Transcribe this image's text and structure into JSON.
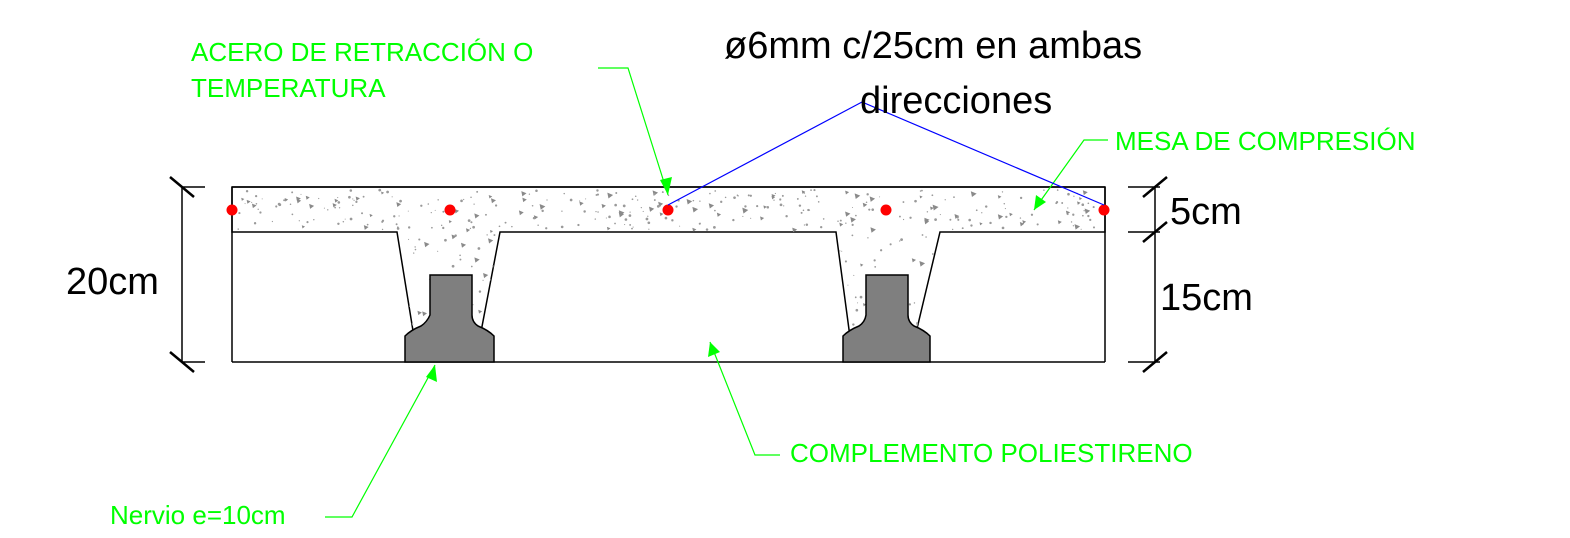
{
  "labels": {
    "steel_line1": "ACERO DE RETRACCIÓN O",
    "steel_line2": "TEMPERATURA",
    "rebar_spec_line1": "ø6mm c/25cm en ambas",
    "rebar_spec_line2": "direcciones",
    "compression_table": "MESA DE COMPRESIÓN",
    "filler": "COMPLEMENTO POLIESTIRENO",
    "rib": "Nervio e=10cm"
  },
  "dimensions": {
    "total": "20cm",
    "topping": "5cm",
    "block": "15cm"
  },
  "colors": {
    "annotation": "#00ff00",
    "leader_blue": "#0000ff",
    "rebar": "#ff0000",
    "joist": "#7f7f7f",
    "outline": "#000000"
  }
}
